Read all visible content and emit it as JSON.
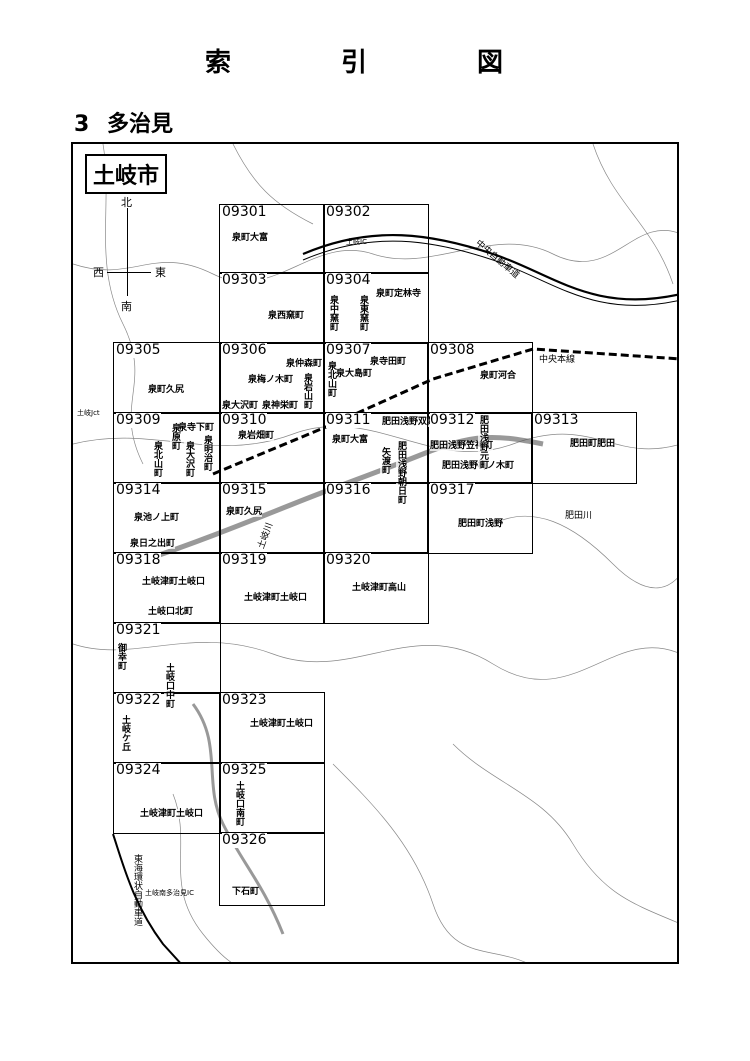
{
  "page": {
    "title": "索　引　図",
    "section_number": "3",
    "section_name": "多治見"
  },
  "map": {
    "city_label": "土岐市",
    "compass": {
      "north": "北",
      "south": "南",
      "east": "東",
      "west": "西"
    },
    "cells": [
      {
        "code": "09301",
        "places": [
          "泉町大富"
        ]
      },
      {
        "code": "09302",
        "places": [
          "土岐IC"
        ]
      },
      {
        "code": "09303",
        "places": [
          "泉西窯町"
        ]
      },
      {
        "code": "09304",
        "places": [
          "泉町定林寺",
          "泉東窯町",
          "泉中窯町"
        ]
      },
      {
        "code": "09305",
        "places": [
          "泉町久尻"
        ]
      },
      {
        "code": "09306",
        "places": [
          "泉仲森町",
          "泉梅ノ木町",
          "泉大沢町",
          "泉神栄町"
        ]
      },
      {
        "code": "09307",
        "places": [
          "泉寺田町",
          "泉大島町",
          "泉北山町",
          "泉岩山町"
        ]
      },
      {
        "code": "09308",
        "places": [
          "泉町河合"
        ]
      },
      {
        "code": "09309",
        "places": [
          "泉寺下町",
          "泉原町",
          "泉北山町",
          "泉大沢町",
          "泉明治町"
        ]
      },
      {
        "code": "09310",
        "places": [
          "泉岩畑町"
        ]
      },
      {
        "code": "09311",
        "places": [
          "泉町大富",
          "肥田浅野双葉町",
          "肥田浅野朝日町",
          "矢渡町"
        ]
      },
      {
        "code": "09312",
        "places": [
          "肥田浅野笠神町",
          "肥田浅野梅ノ木町",
          "肥田浅野元町"
        ]
      },
      {
        "code": "09313",
        "places": [
          "肥田町肥田"
        ]
      },
      {
        "code": "09314",
        "places": [
          "泉池ノ上町",
          "泉日之出町"
        ]
      },
      {
        "code": "09315",
        "places": [
          "泉町久尻"
        ]
      },
      {
        "code": "09316",
        "places": []
      },
      {
        "code": "09317",
        "places": [
          "肥田町浅野"
        ]
      },
      {
        "code": "09318",
        "places": [
          "土岐津町土岐口"
        ]
      },
      {
        "code": "09319",
        "places": [
          "土岐津町土岐口"
        ]
      },
      {
        "code": "09320",
        "places": [
          "土岐津町高山"
        ]
      },
      {
        "code": "09321",
        "places": [
          "土岐口北町",
          "御幸町",
          "土岐口中町"
        ]
      },
      {
        "code": "09322",
        "places": [
          "土岐ケ丘"
        ]
      },
      {
        "code": "09323",
        "places": [
          "土岐津町土岐口"
        ]
      },
      {
        "code": "09324",
        "places": [
          "土岐津町土岐口"
        ]
      },
      {
        "code": "09325",
        "places": [
          "土岐口南町"
        ]
      },
      {
        "code": "09326",
        "places": [
          "下石町"
        ]
      }
    ],
    "features": {
      "expressway_chuo": "中央自動車道",
      "expressway_tokai": "東海環状自動車道",
      "rail": "中央本線",
      "river_toki": "土岐川",
      "river_hida": "肥田川",
      "jct": "土岐Jct",
      "ic_minami": "土岐南多治見IC"
    }
  }
}
